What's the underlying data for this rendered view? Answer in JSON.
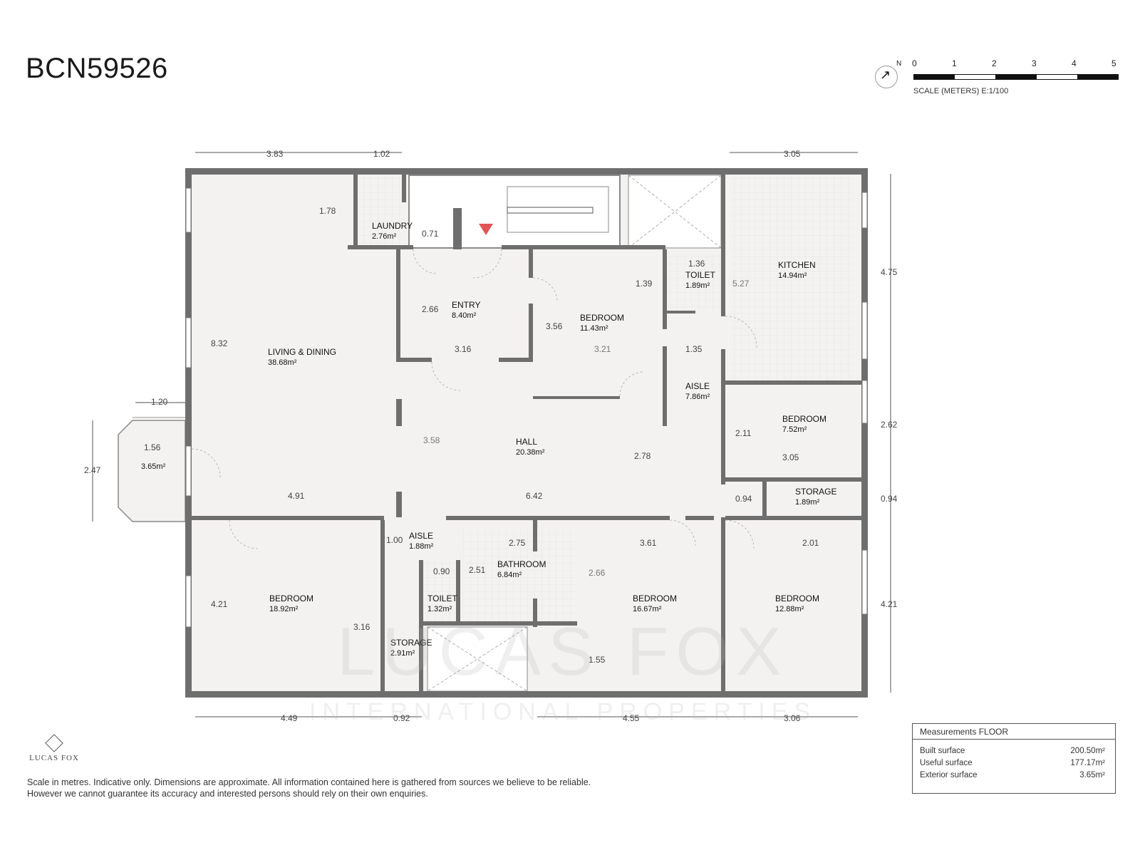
{
  "header": {
    "reference": "BCN59526"
  },
  "scale": {
    "north": "N",
    "ticks": [
      "0",
      "1",
      "2",
      "3",
      "4",
      "5"
    ],
    "label": "SCALE (METERS) E:1/100"
  },
  "rooms": [
    {
      "id": "living",
      "name": "LIVING & DINING",
      "area": "38.68m²"
    },
    {
      "id": "laundry",
      "name": "LAUNDRY",
      "area": "2.76m²"
    },
    {
      "id": "entry",
      "name": "ENTRY",
      "area": "8.40m²"
    },
    {
      "id": "bedroom1",
      "name": "BEDROOM",
      "area": "11.43m²"
    },
    {
      "id": "toilet1",
      "name": "TOILET",
      "area": "1.89m²"
    },
    {
      "id": "kitchen",
      "name": "KITCHEN",
      "area": "14.94m²"
    },
    {
      "id": "aisle1",
      "name": "AISLE",
      "area": "7.86m²"
    },
    {
      "id": "bedroom2",
      "name": "BEDROOM",
      "area": "7.52m²"
    },
    {
      "id": "hall",
      "name": "HALL",
      "area": "20.38m²"
    },
    {
      "id": "storage1",
      "name": "STORAGE",
      "area": "1.89m²"
    },
    {
      "id": "terrace",
      "name": "",
      "area": "3.65m²"
    },
    {
      "id": "aisle2",
      "name": "AISLE",
      "area": "1.88m²"
    },
    {
      "id": "bathroom",
      "name": "BATHROOM",
      "area": "6.84m²"
    },
    {
      "id": "toilet2",
      "name": "TOILET",
      "area": "1.32m²"
    },
    {
      "id": "storage2",
      "name": "STORAGE",
      "area": "2.91m²"
    },
    {
      "id": "bedroom3",
      "name": "BEDROOM",
      "area": "18.92m²"
    },
    {
      "id": "bedroom4",
      "name": "BEDROOM",
      "area": "16.67m²"
    },
    {
      "id": "bedroom5",
      "name": "BEDROOM",
      "area": "12.88m²"
    }
  ],
  "dimensions": {
    "top_left": "3.83",
    "top_mid": "1.02",
    "top_right": "3.05",
    "laundry_h": "1.78",
    "laundry_w": "0.71",
    "entry_h": "2.66",
    "entry_w": "3.16",
    "bedroom1_h": "3.56",
    "bedroom1_w": "3.21",
    "toilet1_w": "1.36",
    "toilet1_h": "1.39",
    "kitchen_h": "5.27",
    "aisle1_w": "1.35",
    "right_1": "4.75",
    "right_2": "2.62",
    "right_3": "0.94",
    "right_4": "4.21",
    "living_h": "8.32",
    "terrace_w1": "1.20",
    "terrace_w2": "1.56",
    "terrace_h": "2.47",
    "hall_h": "3.58",
    "hall_w": "6.42",
    "hall_h2": "2.78",
    "living_w": "4.91",
    "bedroom2_h": "2.11",
    "bedroom2_w": "3.05",
    "storage1_w": "0.94",
    "aisle2_w": "1.00",
    "bath_w": "2.75",
    "bath_h": "2.51",
    "toilet2_w": "0.90",
    "bedroom4_w": "3.61",
    "bedroom4_h": "2.66",
    "bedroom4_b": "1.55",
    "bedroom5_w": "2.01",
    "bedroom3_h": "4.21",
    "storage2_h": "3.16",
    "bottom_1": "4.49",
    "bottom_2": "0.92",
    "bottom_3": "4.55",
    "bottom_4": "3.06"
  },
  "watermark": {
    "main": "LUCAS FOX",
    "sub": "INTERNATIONAL PROPERTIES"
  },
  "logo": {
    "name": "LUCAS FOX"
  },
  "disclaimer": {
    "line1": "Scale in metres. Indicative only. Dimensions are approximate. All information contained here is gathered from sources we believe to be reliable.",
    "line2": "However we cannot guarantee its accuracy and interested persons should rely on their own enquiries."
  },
  "measurements": {
    "title": "Measurements FLOOR",
    "rows": [
      {
        "label": "Built surface",
        "value": "200.50m²"
      },
      {
        "label": "Useful surface",
        "value": "177.17m²"
      },
      {
        "label": "Exterior surface",
        "value": "3.65m²"
      }
    ]
  },
  "colors": {
    "wall": "#6e6e6e",
    "floor": "#f4f2f1",
    "entry_marker": "#e05555"
  }
}
